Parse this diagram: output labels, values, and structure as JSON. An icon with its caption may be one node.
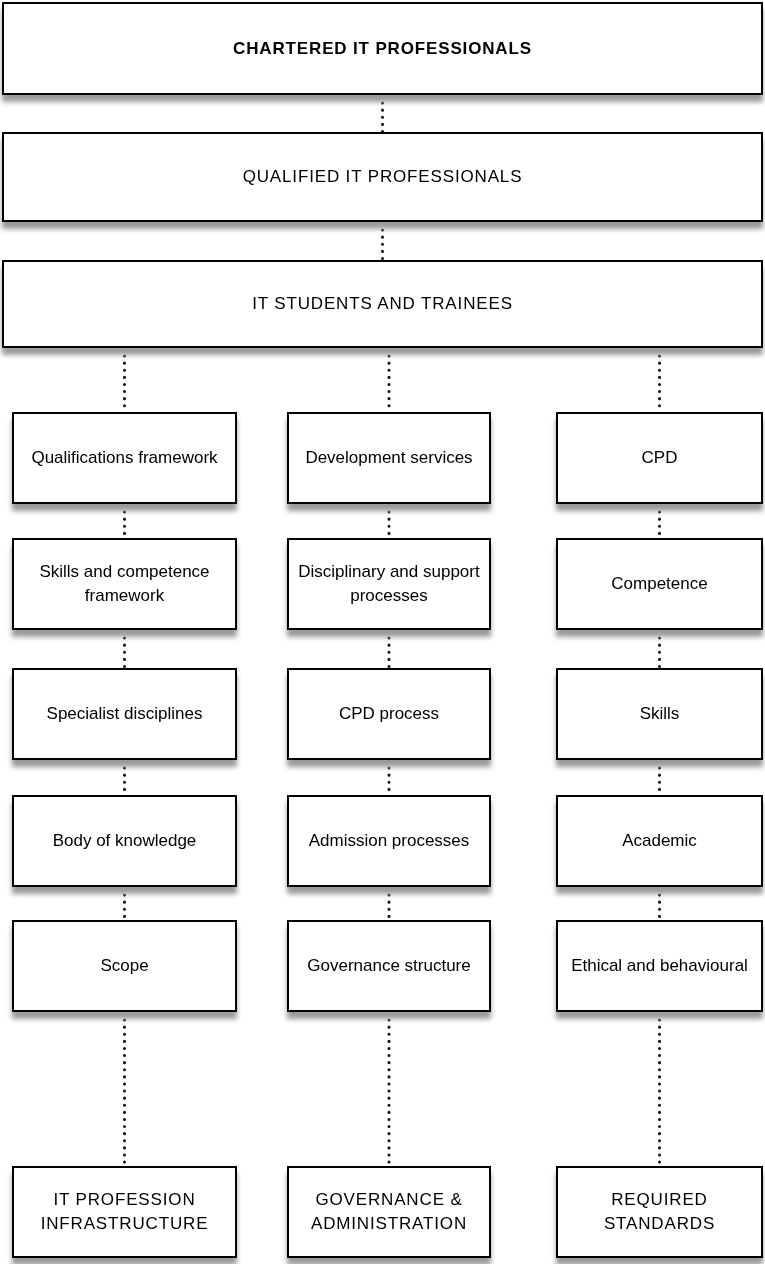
{
  "diagram": {
    "nodes": [
      {
        "text": [
          "CHARTERED IT PROFESSIONALS"
        ]
      },
      {
        "text": [
          "QUALIFIED IT PROFESSIONALS"
        ]
      },
      {
        "text": [
          "IT STUDENTS AND TRAINEES"
        ]
      },
      {
        "text": [
          "Qualifications framework"
        ]
      },
      {
        "text": [
          "Development services"
        ]
      },
      {
        "text": [
          "CPD"
        ]
      },
      {
        "text": [
          "Skills and competence framework"
        ]
      },
      {
        "text": [
          "Disciplinary and support processes"
        ]
      },
      {
        "text": [
          "Competence"
        ]
      },
      {
        "text": [
          "Specialist disciplines"
        ]
      },
      {
        "text": [
          "CPD process"
        ]
      },
      {
        "text": [
          "Skills"
        ]
      },
      {
        "text": [
          "Body of knowledge"
        ]
      },
      {
        "text": [
          "Admission processes"
        ]
      },
      {
        "text": [
          "Academic"
        ]
      },
      {
        "text": [
          "Scope"
        ]
      },
      {
        "text": [
          "Governance structure"
        ]
      },
      {
        "text": [
          "Ethical and behavioural"
        ]
      },
      {
        "text": [
          "IT PROFESSION INFRASTRUCTURE"
        ]
      },
      {
        "text": [
          "GOVERNANCE & ADMINISTRATION"
        ]
      },
      {
        "text": [
          "REQUIRED STANDARDS"
        ]
      }
    ],
    "edges": [
      {
        "from": 0,
        "to": 1,
        "arrow": "none",
        "style": "dashed"
      },
      {
        "from": 1,
        "to": 2,
        "arrow": "none",
        "style": "dashed"
      },
      {
        "from": 2,
        "to": 3,
        "arrow": "none",
        "style": "dashed"
      },
      {
        "from": 2,
        "to": 4,
        "arrow": "none",
        "style": "dashed"
      },
      {
        "from": 2,
        "to": 5,
        "arrow": "none",
        "style": "dashed"
      },
      {
        "from": 3,
        "to": 6,
        "arrow": "none",
        "style": "dashed"
      },
      {
        "from": 6,
        "to": 9,
        "arrow": "none",
        "style": "dashed"
      },
      {
        "from": 9,
        "to": 12,
        "arrow": "none",
        "style": "dashed"
      },
      {
        "from": 12,
        "to": 15,
        "arrow": "none",
        "style": "dashed"
      },
      {
        "from": 15,
        "to": 18,
        "arrow": "none",
        "style": "dashed"
      },
      {
        "from": 4,
        "to": 7,
        "arrow": "none",
        "style": "dashed"
      },
      {
        "from": 7,
        "to": 10,
        "arrow": "none",
        "style": "dashed"
      },
      {
        "from": 10,
        "to": 13,
        "arrow": "none",
        "style": "dashed"
      },
      {
        "from": 13,
        "to": 16,
        "arrow": "none",
        "style": "dashed"
      },
      {
        "from": 16,
        "to": 19,
        "arrow": "none",
        "style": "dashed"
      },
      {
        "from": 5,
        "to": 8,
        "arrow": "none",
        "style": "dashed"
      },
      {
        "from": 8,
        "to": 11,
        "arrow": "none",
        "style": "dashed"
      },
      {
        "from": 11,
        "to": 14,
        "arrow": "none",
        "style": "dashed"
      },
      {
        "from": 14,
        "to": 17,
        "arrow": "none",
        "style": "dashed"
      },
      {
        "from": 17,
        "to": 20,
        "arrow": "none",
        "style": "dashed"
      }
    ]
  }
}
